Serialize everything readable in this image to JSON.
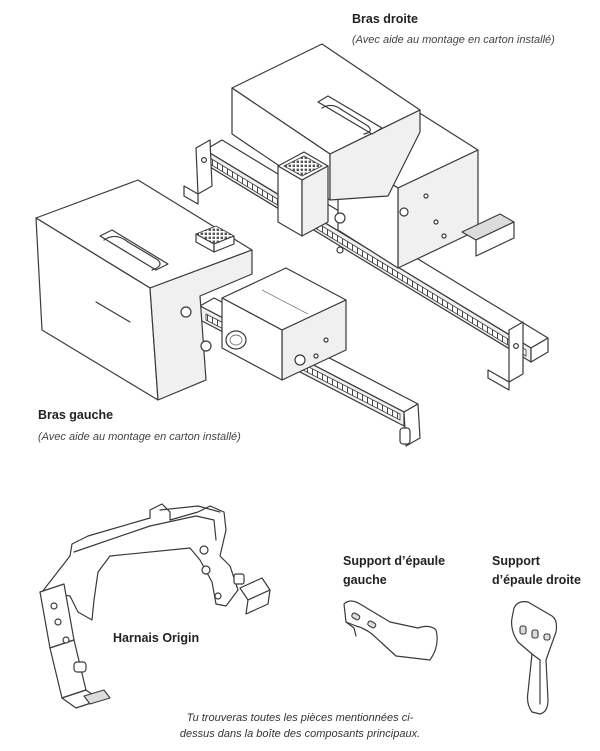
{
  "parts": {
    "right_arm": {
      "name": "Bras droite",
      "note": "(Avec aide au montage en carton installé)"
    },
    "left_arm": {
      "name": "Bras gauche",
      "note": "(Avec aide au montage en carton installé)"
    },
    "harness": {
      "name": "Harnais Origin"
    },
    "left_shoulder": {
      "line1": "Support d’épaule",
      "line2": "gauche"
    },
    "right_shoulder": {
      "line1": "Support",
      "line2": "d’épaule droite"
    }
  },
  "caption": {
    "line1": "Tu trouveras toutes les pièces mentionnées ci-",
    "line2": "dessus dans la boîte des  composants principaux."
  }
}
